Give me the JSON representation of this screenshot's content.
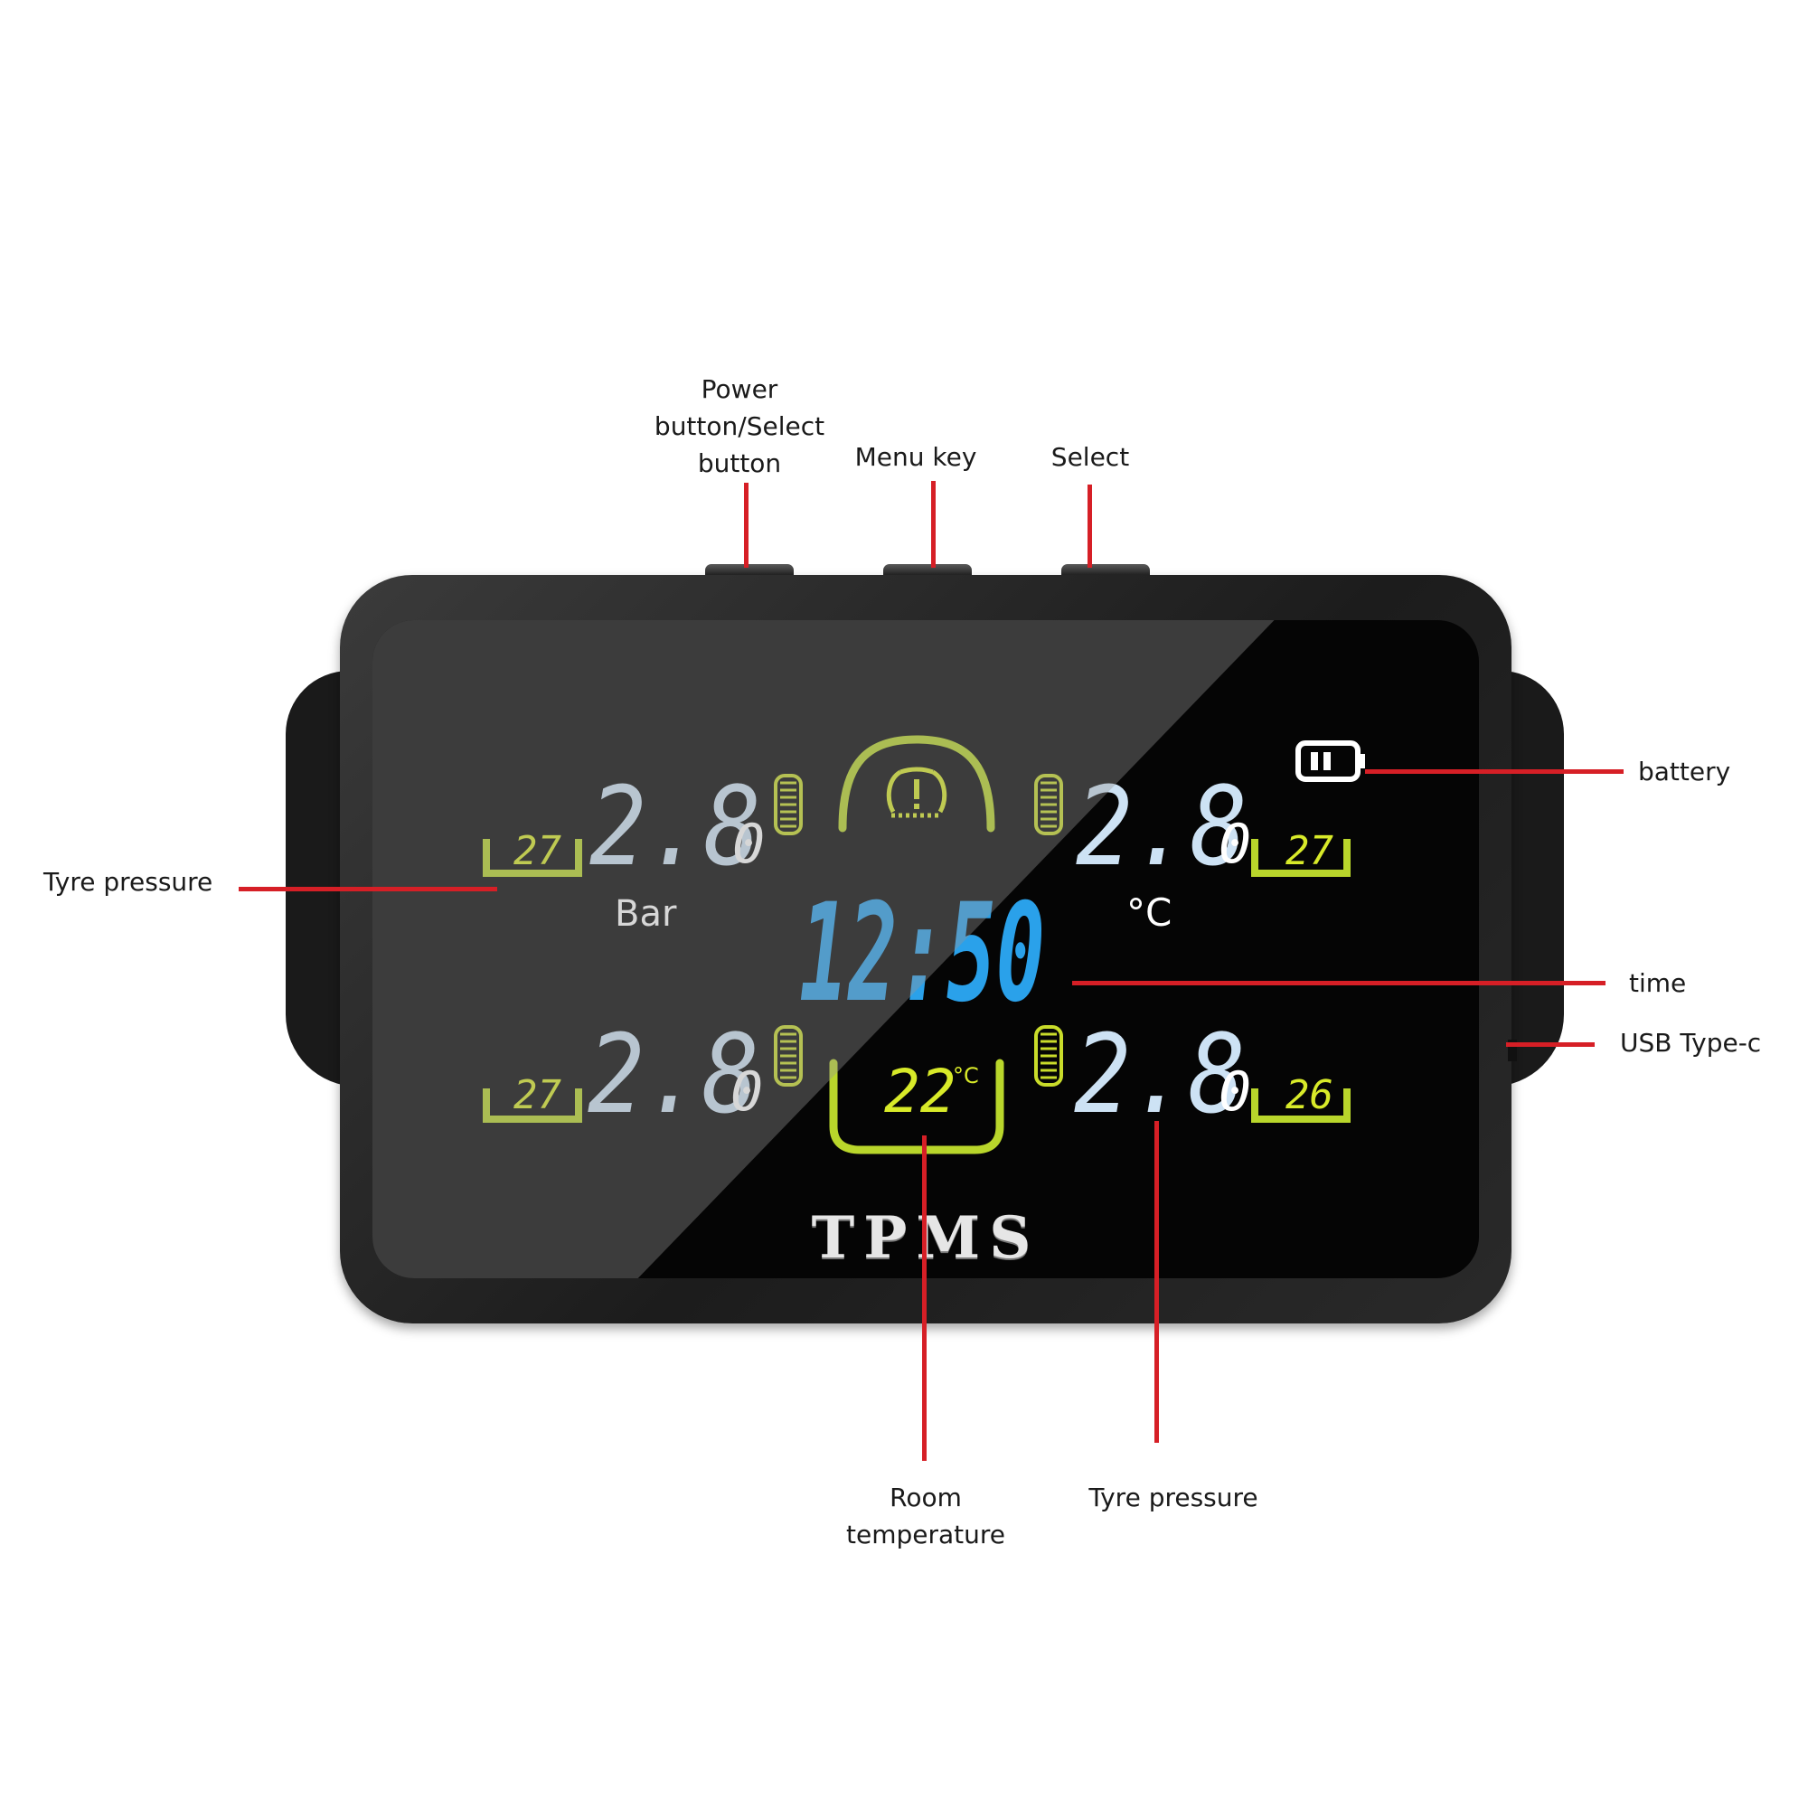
{
  "callouts": {
    "power_button": [
      "Power",
      "button/Select",
      "button"
    ],
    "menu_key": "Menu key",
    "select": "Select",
    "battery": "battery",
    "tyre_pressure_left": "Tyre pressure",
    "time": "time",
    "usb": "USB Type-c",
    "room_temperature": [
      "Room",
      "temperature"
    ],
    "tyre_pressure_bottom": "Tyre pressure"
  },
  "display": {
    "brand": "TPMS",
    "clock": "12:50",
    "pressure_unit": "Bar",
    "temp_unit": "°C",
    "room_temp": "22",
    "room_temp_unit": "°C",
    "tires": {
      "front_left": {
        "pressure": "2.8",
        "decimal": "0",
        "temp": "27"
      },
      "front_right": {
        "pressure": "2.8",
        "decimal": "0",
        "temp": "27"
      },
      "rear_left": {
        "pressure": "2.8",
        "decimal": "0",
        "temp": "27"
      },
      "rear_right": {
        "pressure": "2.8",
        "decimal": "0",
        "temp": "26"
      }
    },
    "battery_level": 0.5,
    "warning_icon": "tire-pressure-warning-icon",
    "colors": {
      "pressure": "#cde2f4",
      "clock": "#2aa1ea",
      "temperature": "#d8ea29",
      "tire_bars": "#c9dc2a",
      "bracket": "#b9d62b",
      "leader_lines": "#d61f26"
    }
  }
}
